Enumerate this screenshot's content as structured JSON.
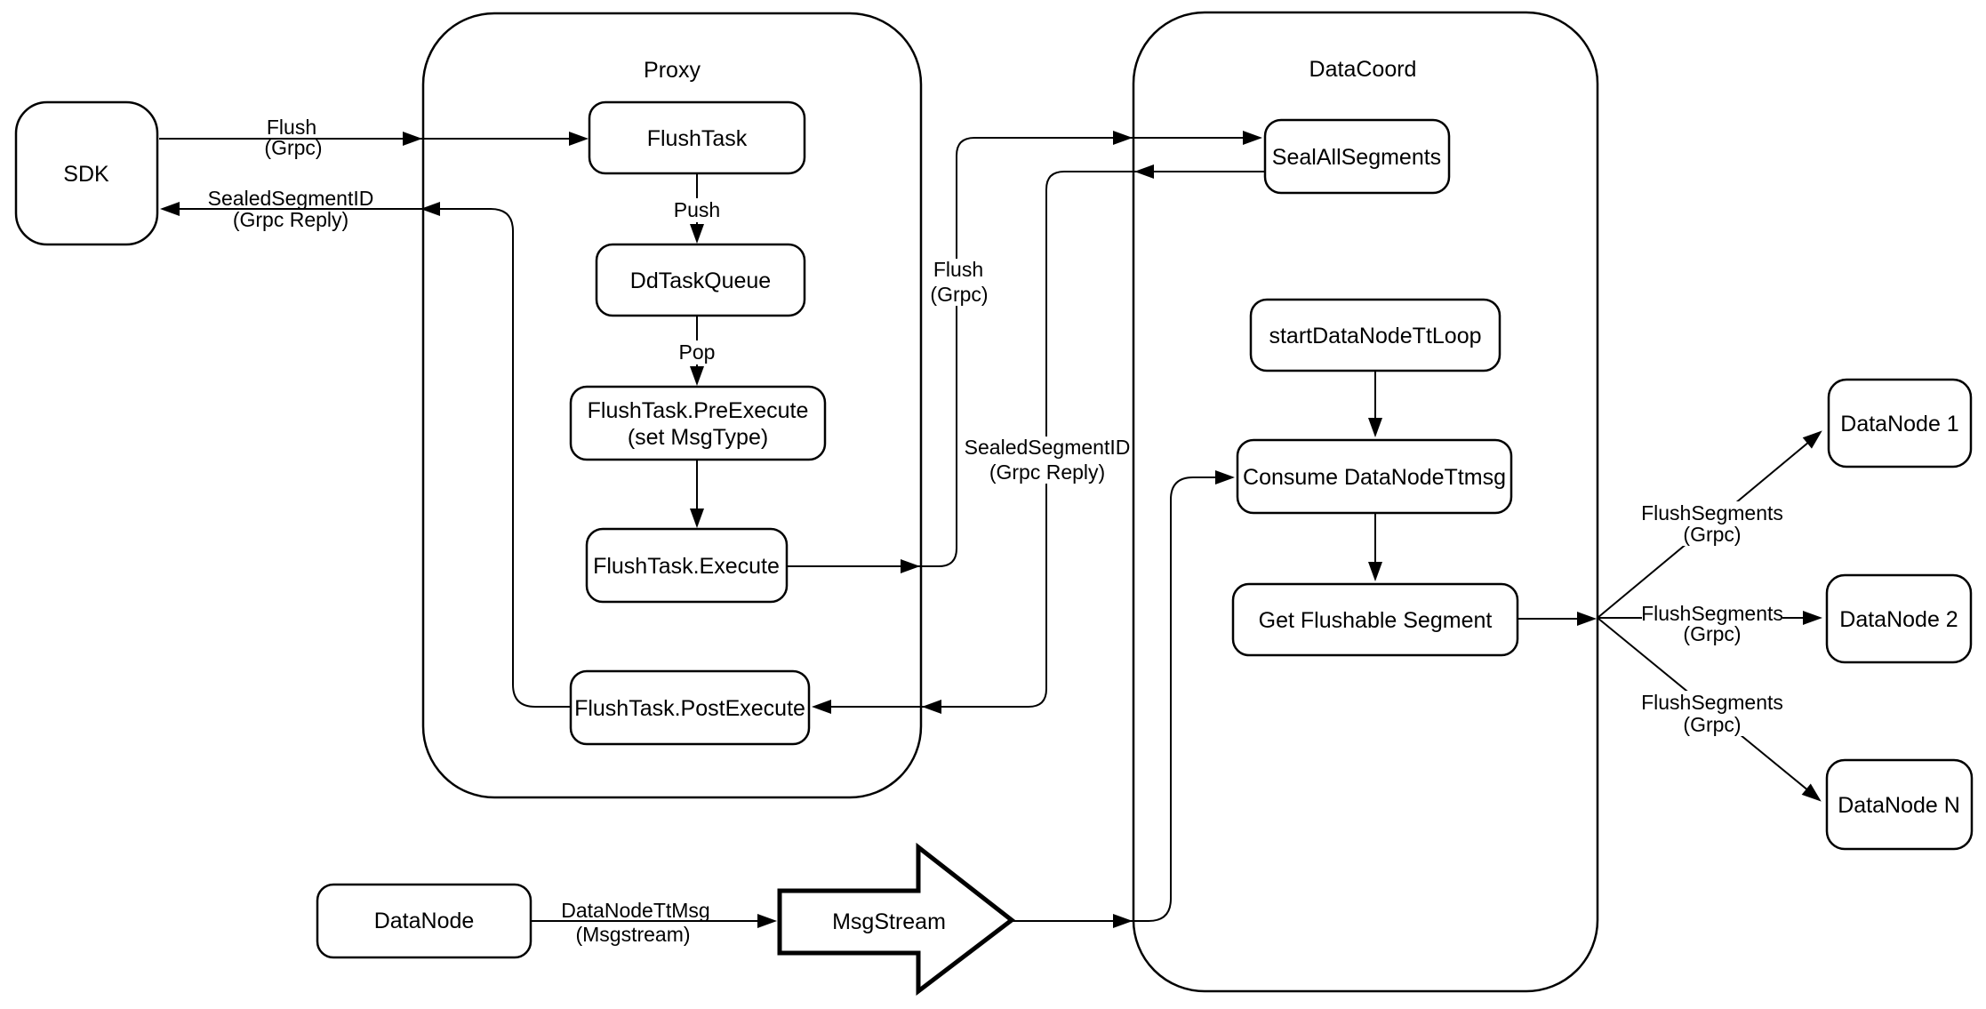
{
  "colors": {
    "stroke": "#000000",
    "fill": "#ffffff",
    "background": "#ffffff"
  },
  "containers": {
    "proxy": "Proxy",
    "datacoord": "DataCoord"
  },
  "nodes": {
    "sdk": "SDK",
    "flush_task": "FlushTask",
    "dd_task_queue": "DdTaskQueue",
    "pre_execute_line1": "FlushTask.PreExecute",
    "pre_execute_line2": "(set MsgType)",
    "execute": "FlushTask.Execute",
    "post_execute": "FlushTask.PostExecute",
    "seal_all_segments": "SealAllSegments",
    "start_datanode_tt_loop": "startDataNodeTtLoop",
    "consume_datanode_ttmsg": "Consume DataNodeTtmsg",
    "get_flushable_segment": "Get Flushable Segment",
    "datanode_1": "DataNode 1",
    "datanode_2": "DataNode 2",
    "datanode_n": "DataNode N",
    "datanode": "DataNode",
    "msgstream": "MsgStream"
  },
  "edge_labels": {
    "flush": "Flush",
    "grpc": "(Grpc)",
    "sealed_segment_id": "SealedSegmentID",
    "grpc_reply": "(Grpc Reply)",
    "push": "Push",
    "pop": "Pop",
    "flush_segments": "FlushSegments",
    "datanode_tt_msg": "DataNodeTtMsg",
    "msgstream_paren": "(Msgstream)"
  }
}
